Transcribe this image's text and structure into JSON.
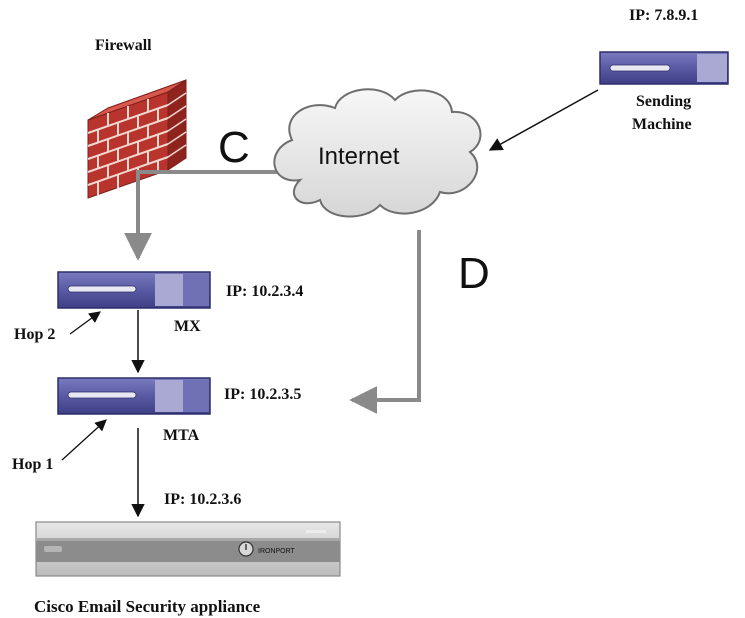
{
  "labels": {
    "firewall": "Firewall",
    "internet": "Internet",
    "path_c": "C",
    "path_d": "D",
    "sending_ip": "IP: 7.8.9.1",
    "sending_line1": "Sending",
    "sending_line2": "Machine",
    "mx_ip": "IP: 10.2.3.4",
    "mx_name": "MX",
    "mta_ip": "IP: 10.2.3.5",
    "mta_name": "MTA",
    "hop2": "Hop 2",
    "hop1": "Hop 1",
    "appliance_ip": "IP: 10.2.3.6",
    "appliance_name": "Cisco Email Security appliance",
    "appliance_brand": "IRONPORT"
  },
  "colors": {
    "server_body": "#5f5fa8",
    "server_highlight": "#a9a9d4",
    "brick": "#b8342c",
    "mortar": "#f0d8d0",
    "path_gray": "#8a8a8a",
    "arrow_black": "#111111",
    "cloud_fill": "#e9e9e9",
    "cloud_stroke": "#6e6e6e",
    "appliance_body": "#d4d4d4",
    "appliance_band": "#8c8c8c"
  }
}
